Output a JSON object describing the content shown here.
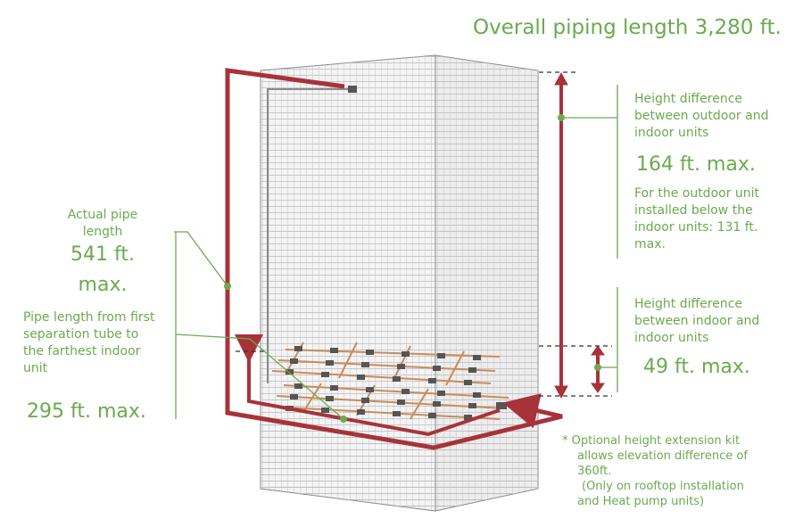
{
  "overall": {
    "text": "Overall piping length 3,280 ft."
  },
  "height_outdoor_indoor": {
    "label": "Height difference between outdoor and indoor units",
    "value": "164 ft. max.",
    "note": "For the outdoor unit installed below the indoor units: 131 ft. max."
  },
  "height_indoor_indoor": {
    "label": "Height difference between indoor and indoor units",
    "value": "49 ft. max."
  },
  "actual_pipe": {
    "label": "Actual pipe length",
    "value_line1": "541 ft.",
    "value_line2": "max."
  },
  "pipe_from_separation": {
    "label": "Pipe length from first separation tube to the farthest indoor unit",
    "value": "295 ft. max."
  },
  "footnote": {
    "line1": "* Optional height extension kit",
    "line2": "allows elevation difference of",
    "line3": "360ft.",
    "line4": "(Only on rooftop installation",
    "line5": "and Heat pump units)"
  },
  "colors": {
    "accent_green": "#6aab4e",
    "pipe_red": "#a8323a",
    "pipe_orange": "#c98b5c",
    "grid_gray": "#9a9a9a"
  }
}
